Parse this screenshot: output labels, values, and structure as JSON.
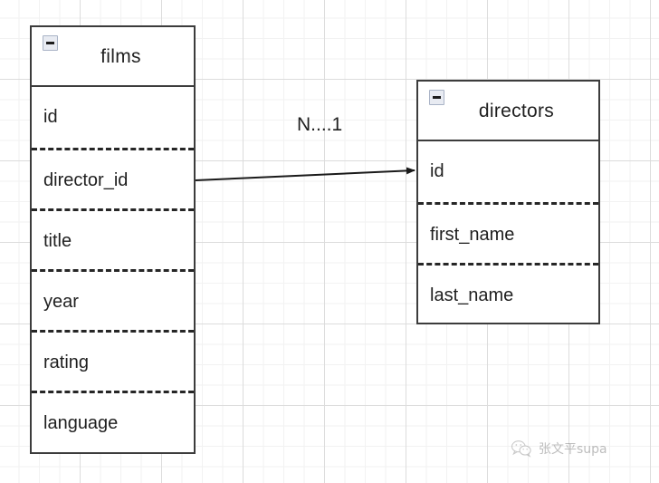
{
  "diagram": {
    "type": "entity-relationship-diagram",
    "background": "grid-canvas",
    "grid_color": "#dcdcdc",
    "border_color": "#3c3c3c",
    "text_color": "#1f1f1f"
  },
  "entities": [
    {
      "id": "films",
      "title": "films",
      "collapse_icon": "minus-icon",
      "fields": [
        {
          "name": "id"
        },
        {
          "name": "director_id"
        },
        {
          "name": "title"
        },
        {
          "name": "year"
        },
        {
          "name": "rating"
        },
        {
          "name": "language"
        }
      ]
    },
    {
      "id": "directors",
      "title": "directors",
      "collapse_icon": "minus-icon",
      "fields": [
        {
          "name": "id"
        },
        {
          "name": "first_name"
        },
        {
          "name": "last_name"
        }
      ]
    }
  ],
  "relationship": {
    "label": "N....1",
    "from_entity": "films",
    "from_field": "director_id",
    "to_entity": "directors",
    "to_field": "id",
    "arrow": "arrow-right"
  },
  "watermark": {
    "icon": "wechat-icon",
    "text": "张文平supa"
  }
}
